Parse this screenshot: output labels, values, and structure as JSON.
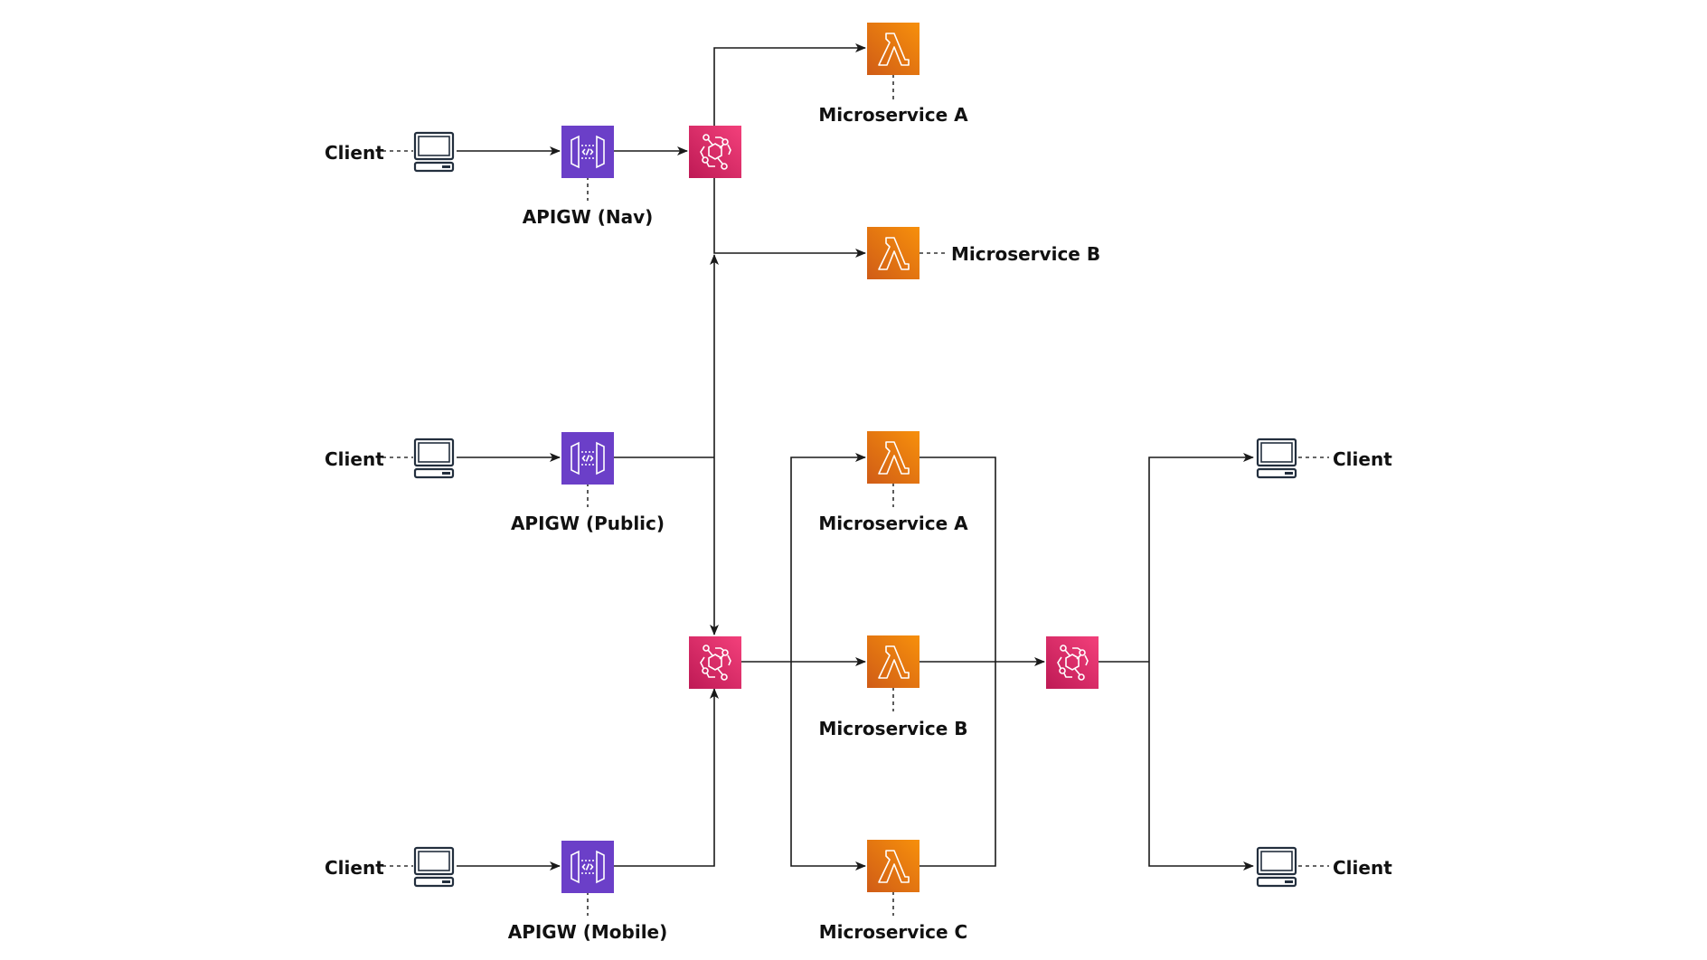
{
  "diagram": {
    "colors": {
      "api_gateway": "#6B3FC8",
      "lambda_start": "#F7900B",
      "lambda_end": "#D05C17",
      "eventbridge_start": "#F3407B",
      "eventbridge_end": "#BE1A55",
      "client_icon": "#232F3E",
      "edge": "#1a1a1a"
    },
    "nodes": [
      {
        "id": "client_nav",
        "type": "client",
        "label": "Client",
        "icon": "desktop-computer-icon"
      },
      {
        "id": "apigw_nav",
        "type": "api_gateway",
        "label": "APIGW (Nav)",
        "icon": "api-gateway-icon"
      },
      {
        "id": "eb_nav",
        "type": "eventbridge",
        "label": "",
        "icon": "eventbridge-icon"
      },
      {
        "id": "lambda_a_top",
        "type": "lambda",
        "label": "Microservice A",
        "icon": "lambda-icon"
      },
      {
        "id": "lambda_b_top",
        "type": "lambda",
        "label": "Microservice B",
        "icon": "lambda-icon"
      },
      {
        "id": "client_public",
        "type": "client",
        "label": "Client",
        "icon": "desktop-computer-icon"
      },
      {
        "id": "apigw_public",
        "type": "api_gateway",
        "label": "APIGW (Public)",
        "icon": "api-gateway-icon"
      },
      {
        "id": "client_mobile",
        "type": "client",
        "label": "Client",
        "icon": "desktop-computer-icon"
      },
      {
        "id": "apigw_mobile",
        "type": "api_gateway",
        "label": "APIGW (Mobile)",
        "icon": "api-gateway-icon"
      },
      {
        "id": "eb_main",
        "type": "eventbridge",
        "label": "",
        "icon": "eventbridge-icon"
      },
      {
        "id": "lambda_a",
        "type": "lambda",
        "label": "Microservice A",
        "icon": "lambda-icon"
      },
      {
        "id": "lambda_b",
        "type": "lambda",
        "label": "Microservice B",
        "icon": "lambda-icon"
      },
      {
        "id": "lambda_c",
        "type": "lambda",
        "label": "Microservice C",
        "icon": "lambda-icon"
      },
      {
        "id": "eb_out",
        "type": "eventbridge",
        "label": "",
        "icon": "eventbridge-icon"
      },
      {
        "id": "client_out_1",
        "type": "client",
        "label": "Client",
        "icon": "desktop-computer-icon"
      },
      {
        "id": "client_out_2",
        "type": "client",
        "label": "Client",
        "icon": "desktop-computer-icon"
      }
    ],
    "edges": [
      {
        "from": "client_nav",
        "to": "apigw_nav"
      },
      {
        "from": "apigw_nav",
        "to": "eb_nav"
      },
      {
        "from": "eb_nav",
        "to": "lambda_a_top"
      },
      {
        "from": "eb_nav",
        "to": "lambda_b_top"
      },
      {
        "from": "client_public",
        "to": "apigw_public"
      },
      {
        "from": "apigw_public",
        "to": "lambda_b_top"
      },
      {
        "from": "apigw_public",
        "to": "eb_main"
      },
      {
        "from": "client_mobile",
        "to": "apigw_mobile"
      },
      {
        "from": "apigw_mobile",
        "to": "eb_main"
      },
      {
        "from": "eb_main",
        "to": "lambda_a"
      },
      {
        "from": "eb_main",
        "to": "lambda_b"
      },
      {
        "from": "eb_main",
        "to": "lambda_c"
      },
      {
        "from": "lambda_a",
        "to": "eb_out"
      },
      {
        "from": "lambda_b",
        "to": "eb_out"
      },
      {
        "from": "lambda_c",
        "to": "eb_out"
      },
      {
        "from": "eb_out",
        "to": "client_out_1"
      },
      {
        "from": "eb_out",
        "to": "client_out_2"
      }
    ]
  }
}
